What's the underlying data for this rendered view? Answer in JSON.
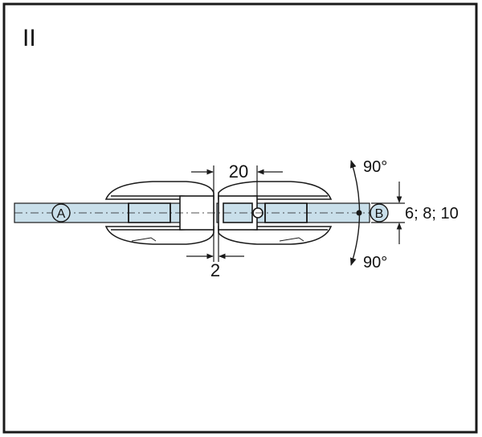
{
  "diagram": {
    "panel_label": "II",
    "glass_left_label": "A",
    "glass_right_label": "B",
    "gap_width_label": "20",
    "joint_gap_label": "2",
    "thickness_label": "6; 8; 10",
    "angle_up_label": "90°",
    "angle_down_label": "90°"
  },
  "colors": {
    "glass": "#c9dfea",
    "outline": "#1a1a1a",
    "metal_fill": "#ffffff",
    "metal_shade": "#d9d9d9"
  }
}
